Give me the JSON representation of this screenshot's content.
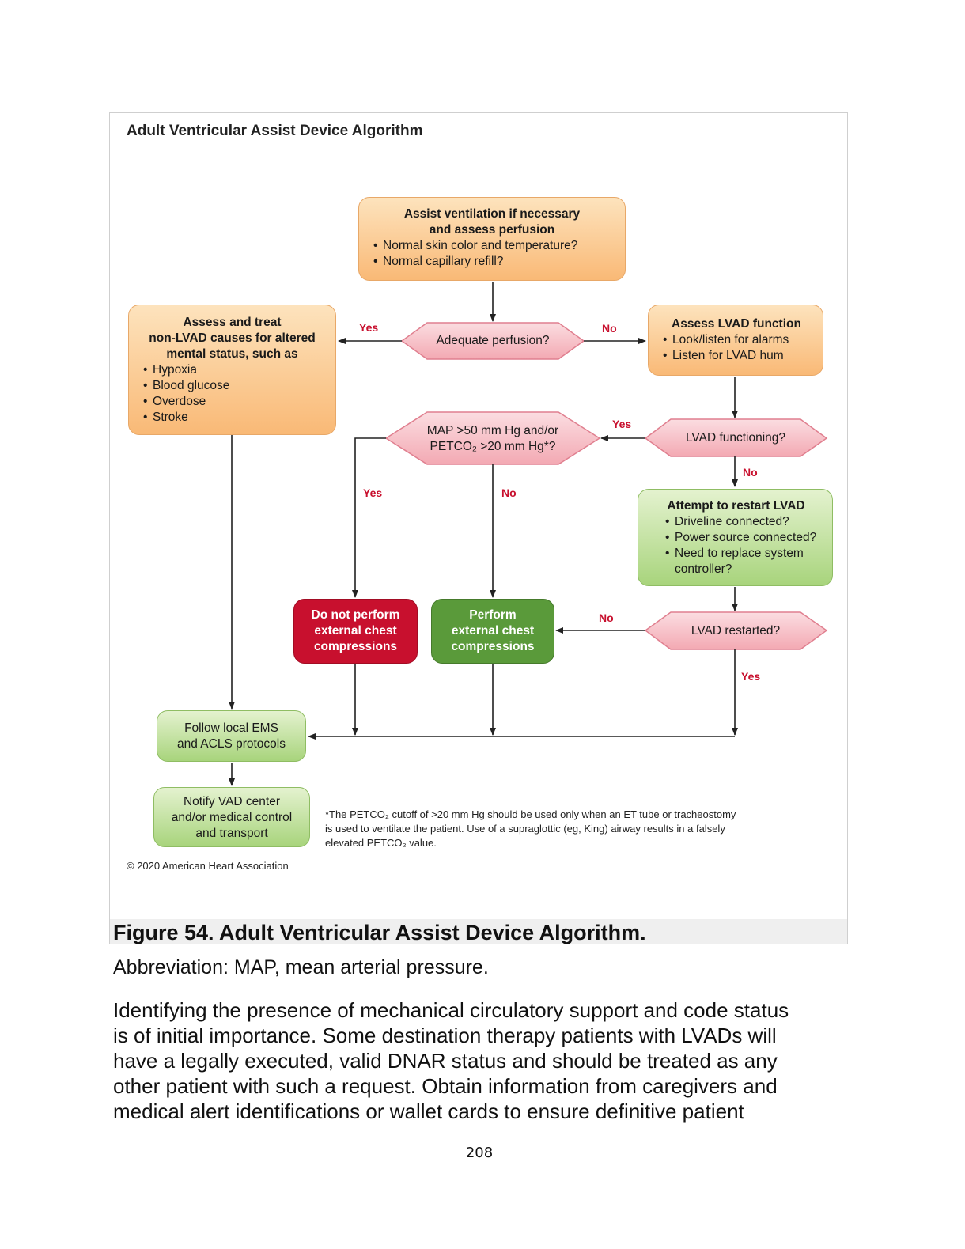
{
  "figure": {
    "title": "Adult Ventricular Assist Device Algorithm",
    "copyright": "© 2020 American Heart Association",
    "footnote_line1": "*The PETCO₂ cutoff of >20 mm Hg should be used only when an ET tube or tracheostomy",
    "footnote_line2": "is used to ventilate the patient. Use of a supraglottic (eg, King) airway results in a falsely",
    "footnote_line3": "elevated PETCO₂ value."
  },
  "nodes": {
    "start": {
      "heading_line1": "Assist ventilation if necessary",
      "heading_line2": "and assess perfusion",
      "bullets": [
        "Normal skin color and temperature?",
        "Normal capillary refill?"
      ]
    },
    "adequate_perfusion": {
      "text": "Adequate perfusion?"
    },
    "non_lvad": {
      "heading_line1": "Assess and treat",
      "heading_line2": "non-LVAD causes for altered",
      "heading_line3": "mental status, such as",
      "bullets": [
        "Hypoxia",
        "Blood glucose",
        "Overdose",
        "Stroke"
      ]
    },
    "assess_lvad": {
      "heading": "Assess LVAD function",
      "bullets": [
        "Look/listen for alarms",
        "Listen for LVAD hum"
      ]
    },
    "lvad_functioning": {
      "text": "LVAD functioning?"
    },
    "map_check": {
      "line1": "MAP >50 mm Hg and/or",
      "line2": "PETCO₂ >20 mm Hg*?"
    },
    "restart": {
      "heading": "Attempt to restart LVAD",
      "bullets": [
        "Driveline connected?",
        "Power source connected?",
        "Need to replace system controller?"
      ]
    },
    "lvad_restarted": {
      "text": "LVAD restarted?"
    },
    "no_compressions": {
      "line1": "Do not perform",
      "line2": "external chest",
      "line3": "compressions"
    },
    "compressions": {
      "line1": "Perform",
      "line2": "external chest",
      "line3": "compressions"
    },
    "ems": {
      "line1": "Follow local EMS",
      "line2": "and ACLS protocols"
    },
    "notify": {
      "line1": "Notify VAD center",
      "line2": "and/or medical control",
      "line3": "and transport"
    }
  },
  "labels": {
    "perfusion_yes": "Yes",
    "perfusion_no": "No",
    "functioning_yes": "Yes",
    "functioning_no": "No",
    "map_yes": "Yes",
    "map_no": "No",
    "restarted_no": "No",
    "restarted_yes": "Yes"
  },
  "colors": {
    "orange_box": "#f9b976",
    "light_green_box": "#a8d47c",
    "decision_fill": "#f7c2c8",
    "red_box": "#c8102e",
    "dark_green_box": "#5a9a3a",
    "label_red": "#c8102e"
  },
  "caption": "Figure 54. Adult Ventricular Assist Device Algorithm.",
  "abbreviation": "Abbreviation: MAP, mean arterial pressure.",
  "paragraph": {
    "line1": "Identifying the presence of mechanical circulatory support and code status",
    "line2": "is of initial importance. Some destination therapy patients with LVADs will",
    "line3": "have a legally executed, valid DNAR status and should be treated as any",
    "line4": "other patient with such a request. Obtain information from caregivers and",
    "line5": "medical alert identifications or wallet cards to ensure definitive patient"
  },
  "page_number": "208"
}
